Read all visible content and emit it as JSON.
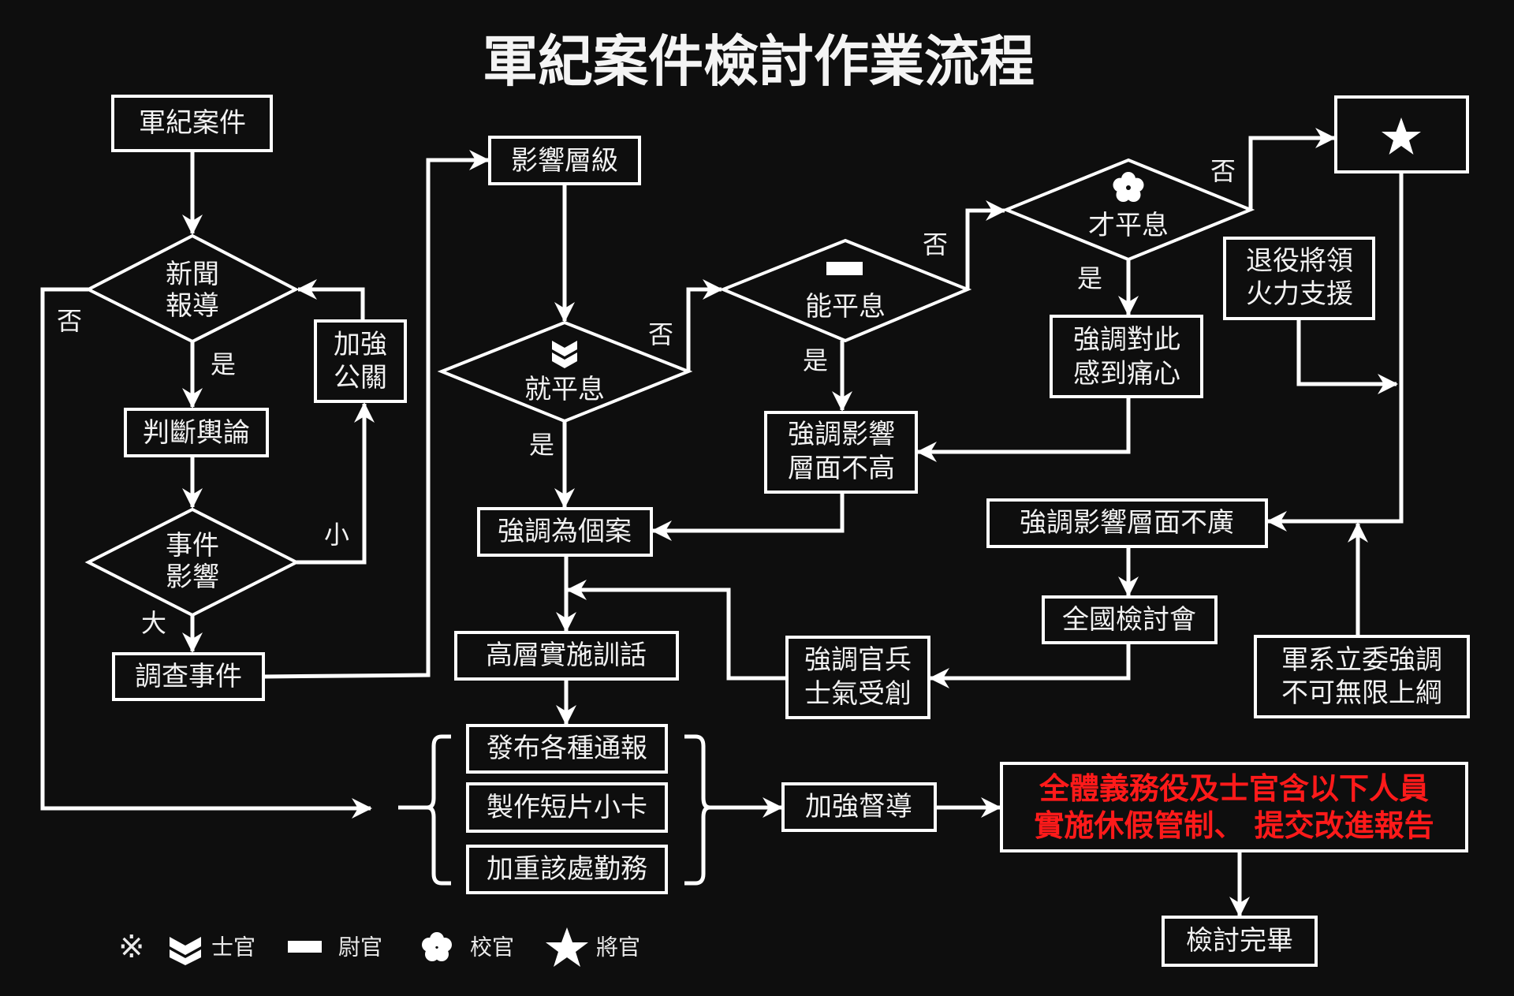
{
  "title": "軍紀案件檢討作業流程",
  "nodes": {
    "case": "軍紀案件",
    "news_l1": "新聞",
    "news_l2": "報導",
    "judge": "判斷輿論",
    "impact_l1": "事件",
    "impact_l2": "影響",
    "pr_l1": "加強",
    "pr_l2": "公關",
    "investigate": "調查事件",
    "level": "影響層級",
    "nco_decision": "就平息",
    "jr_decision": "能平息",
    "field_decision": "才平息",
    "individual": "強調為個案",
    "not_high_l1": "強調影響",
    "not_high_l2": "層面不高",
    "pain_l1": "強調對此",
    "pain_l2": "感到痛心",
    "retired_l1": "退役將領",
    "retired_l2": "火力支援",
    "not_wide": "強調影響層面不廣",
    "national_review": "全國檢討會",
    "morale_l1": "強調官兵",
    "morale_l2": "士氣受創",
    "legislator_l1": "軍系立委強調",
    "legislator_l2": "不可無限上綱",
    "senior_talk": "高層實施訓話",
    "bulletin": "發布各種通報",
    "video": "製作短片小卡",
    "duty": "加重該處勤務",
    "supervise": "加強督導",
    "control_l1": "全體義務役及士官含以下人員",
    "control_l2": "實施休假管制、 提交改進報告",
    "done": "檢討完畢"
  },
  "edge_labels": {
    "news_no": "否",
    "news_yes": "是",
    "impact_small": "小",
    "impact_large": "大",
    "nco_no": "否",
    "nco_yes": "是",
    "jr_no": "否",
    "jr_yes": "是",
    "field_no": "否",
    "field_yes": "是"
  },
  "legend": {
    "note_symbol": "※",
    "items": [
      {
        "icon": "chevron-rank-icon",
        "label": "士官"
      },
      {
        "icon": "bar-rank-icon",
        "label": "尉官"
      },
      {
        "icon": "plum-blossom-rank-icon",
        "label": "校官"
      },
      {
        "icon": "star-rank-icon",
        "label": "將官"
      }
    ]
  },
  "colors": {
    "background": "#0e0e0e",
    "foreground": "#ffffff",
    "highlight": "#ff1a1a"
  }
}
